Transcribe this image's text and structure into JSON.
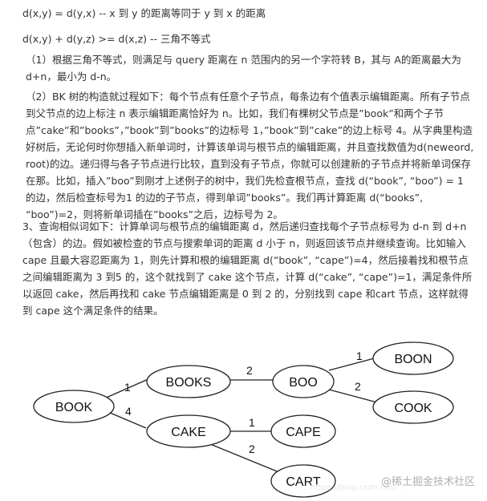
{
  "text": {
    "line1": "d(x,y) = d(y,x) -- x 到 y 的距离等同于 y 到 x 的距离",
    "line2": "d(x,y) + d(y,z) >= d(x,z) -- 三角不等式",
    "para1": "（1）根据三角不等式，则满足与 query 距离在 n 范围内的另一个字符转 B，其与 A的距离最大为 d+n，最小为 d-n。",
    "para2": "（2）BK 树的构造就过程如下：每个节点有任意个子节点，每条边有个值表示编辑距离。所有子节点到父节点的边上标注 n 表示编辑距离恰好为 n。比如，我们有棵树父节点是”book”和两个子节点”cake”和”books”，”book”到”books”的边标号 1，”book”到”cake”的边上标号 4。从字典里构造好树后，无论何时你想插入新单词时，计算该单词与根节点的编辑距离，并且查找数值为d(neweord, root)的边。递归得与各子节点进行比较，直到没有子节点，你就可以创建新的子节点并将新单词保存在那。比如，插入”boo”到刚才上述例子的树中，我们先检查根节点，查找 d(“book”, “boo”) = 1 的边，然后检查标号为1 的边的子节点，得到单词”books”。我们再计算距离 d(“books”, “boo”)=2，则将新单词插在”books”之后，边标号为 2。",
    "para3": "3、查询相似词如下：计算单词与根节点的编辑距离 d，然后递归查找每个子节点标号为 d-n 到 d+n（包含）的边。假如被检查的节点与搜索单词的距离 d 小于 n，则返回该节点并继续查询。比如输入 cape 且最大容忍距离为 1，则先计算和根的编辑距离 d(“book”, “cape”)=4，然后接着找和根节点之间编辑距离为 3 到5 的，这个就找到了 cake 这个节点，计算 d(“cake”, “cape”)=1，满足条件所以返回 cake，然后再找和 cake 节点编辑距离是 0 到 2 的，分别找到 cape 和cart 节点，这样就得到 cape 这个满足条件的结果。"
  },
  "diagram": {
    "nodes": {
      "book": "BOOK",
      "books": "BOOKS",
      "cake": "CAKE",
      "boo": "BOO",
      "cape": "CAPE",
      "cart": "CART",
      "boon": "BOON",
      "cook": "COOK"
    },
    "edges": {
      "book_books": "1",
      "book_cake": "4",
      "books_boo": "2",
      "cake_cape": "1",
      "cake_cart": "2",
      "boo_boon": "1",
      "boo_cook": "2"
    }
  },
  "watermark": "@稀土掘金技术社区",
  "faint_url": "https://blog.csdn.net/..."
}
